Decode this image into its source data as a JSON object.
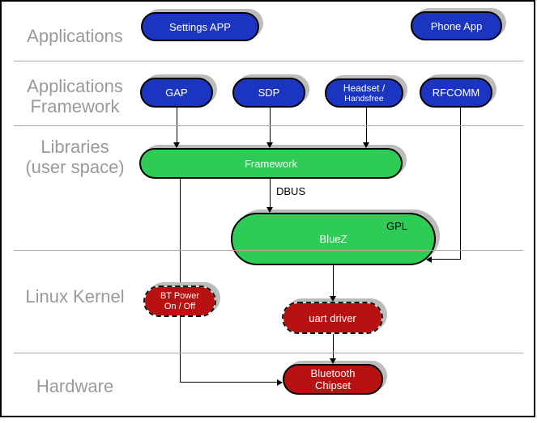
{
  "colors": {
    "blue": "#1c35c0",
    "green": "#2ecc55",
    "red": "#b81111",
    "label_gray": "#9a9a9a",
    "divider_gray": "#a9a9a9",
    "shadow_gray": "#bcbcbc"
  },
  "layers": {
    "applications": {
      "label": "Applications"
    },
    "applications_framework": {
      "line1": "Applications",
      "line2": "Framework"
    },
    "libraries": {
      "line1": "Libraries",
      "line2": "(user space)"
    },
    "linux_kernel": {
      "label": "Linux Kernel"
    },
    "hardware": {
      "label": "Hardware"
    }
  },
  "nodes": {
    "settings_app": {
      "label": "Settings APP"
    },
    "phone_app": {
      "label": "Phone App"
    },
    "gap": {
      "label": "GAP"
    },
    "sdp": {
      "label": "SDP"
    },
    "headset": {
      "line1": "Headset /",
      "line2": "Handsfree"
    },
    "rfcomm": {
      "label": "RFCOMM"
    },
    "framework": {
      "label": "Framework"
    },
    "bluez": {
      "label": "BlueZ",
      "badge": "GPL"
    },
    "bt_power": {
      "line1": "BT Power",
      "line2": "On / Off"
    },
    "uart_driver": {
      "label": "uart driver"
    },
    "bluetooth_chipset": {
      "line1": "Bluetooth",
      "line2": "Chipset"
    }
  },
  "edges": {
    "dbus": {
      "label": "DBUS"
    }
  }
}
